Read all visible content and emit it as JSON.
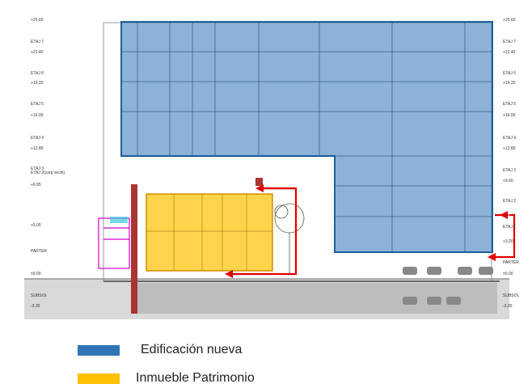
{
  "levels_left": [
    "+25.60",
    "ETAJ 7",
    "+22.40",
    "ETAJ 6",
    "+19.20",
    "ETAJ 5",
    "+16.00",
    "ETAJ 4",
    "+12.80",
    "ETAJ 3",
    "ETAJ 2(corp vechi)",
    "+9.95",
    "+5.05",
    "PARTER",
    "±0.00",
    "SUBSOL",
    "-3.20"
  ],
  "levels_right": [
    "+25.60",
    "ETAJ 7",
    "+22.40",
    "ETAJ 6",
    "+19.20",
    "ETAJ 5",
    "+16.00",
    "ETAJ 4",
    "+12.80",
    "ETAJ 3",
    "+9.60",
    "ETAJ 2",
    "ETAJ 1",
    "+3.20",
    "PARTER",
    "±0.00",
    "SUBSOL",
    "-3.20"
  ],
  "legend": [
    {
      "label": "Edificación nueva",
      "color": "#2e75b6"
    },
    {
      "label": "Inmueble Patrimonio",
      "color": "#ffc000"
    }
  ],
  "arrow_color": "#e00000"
}
